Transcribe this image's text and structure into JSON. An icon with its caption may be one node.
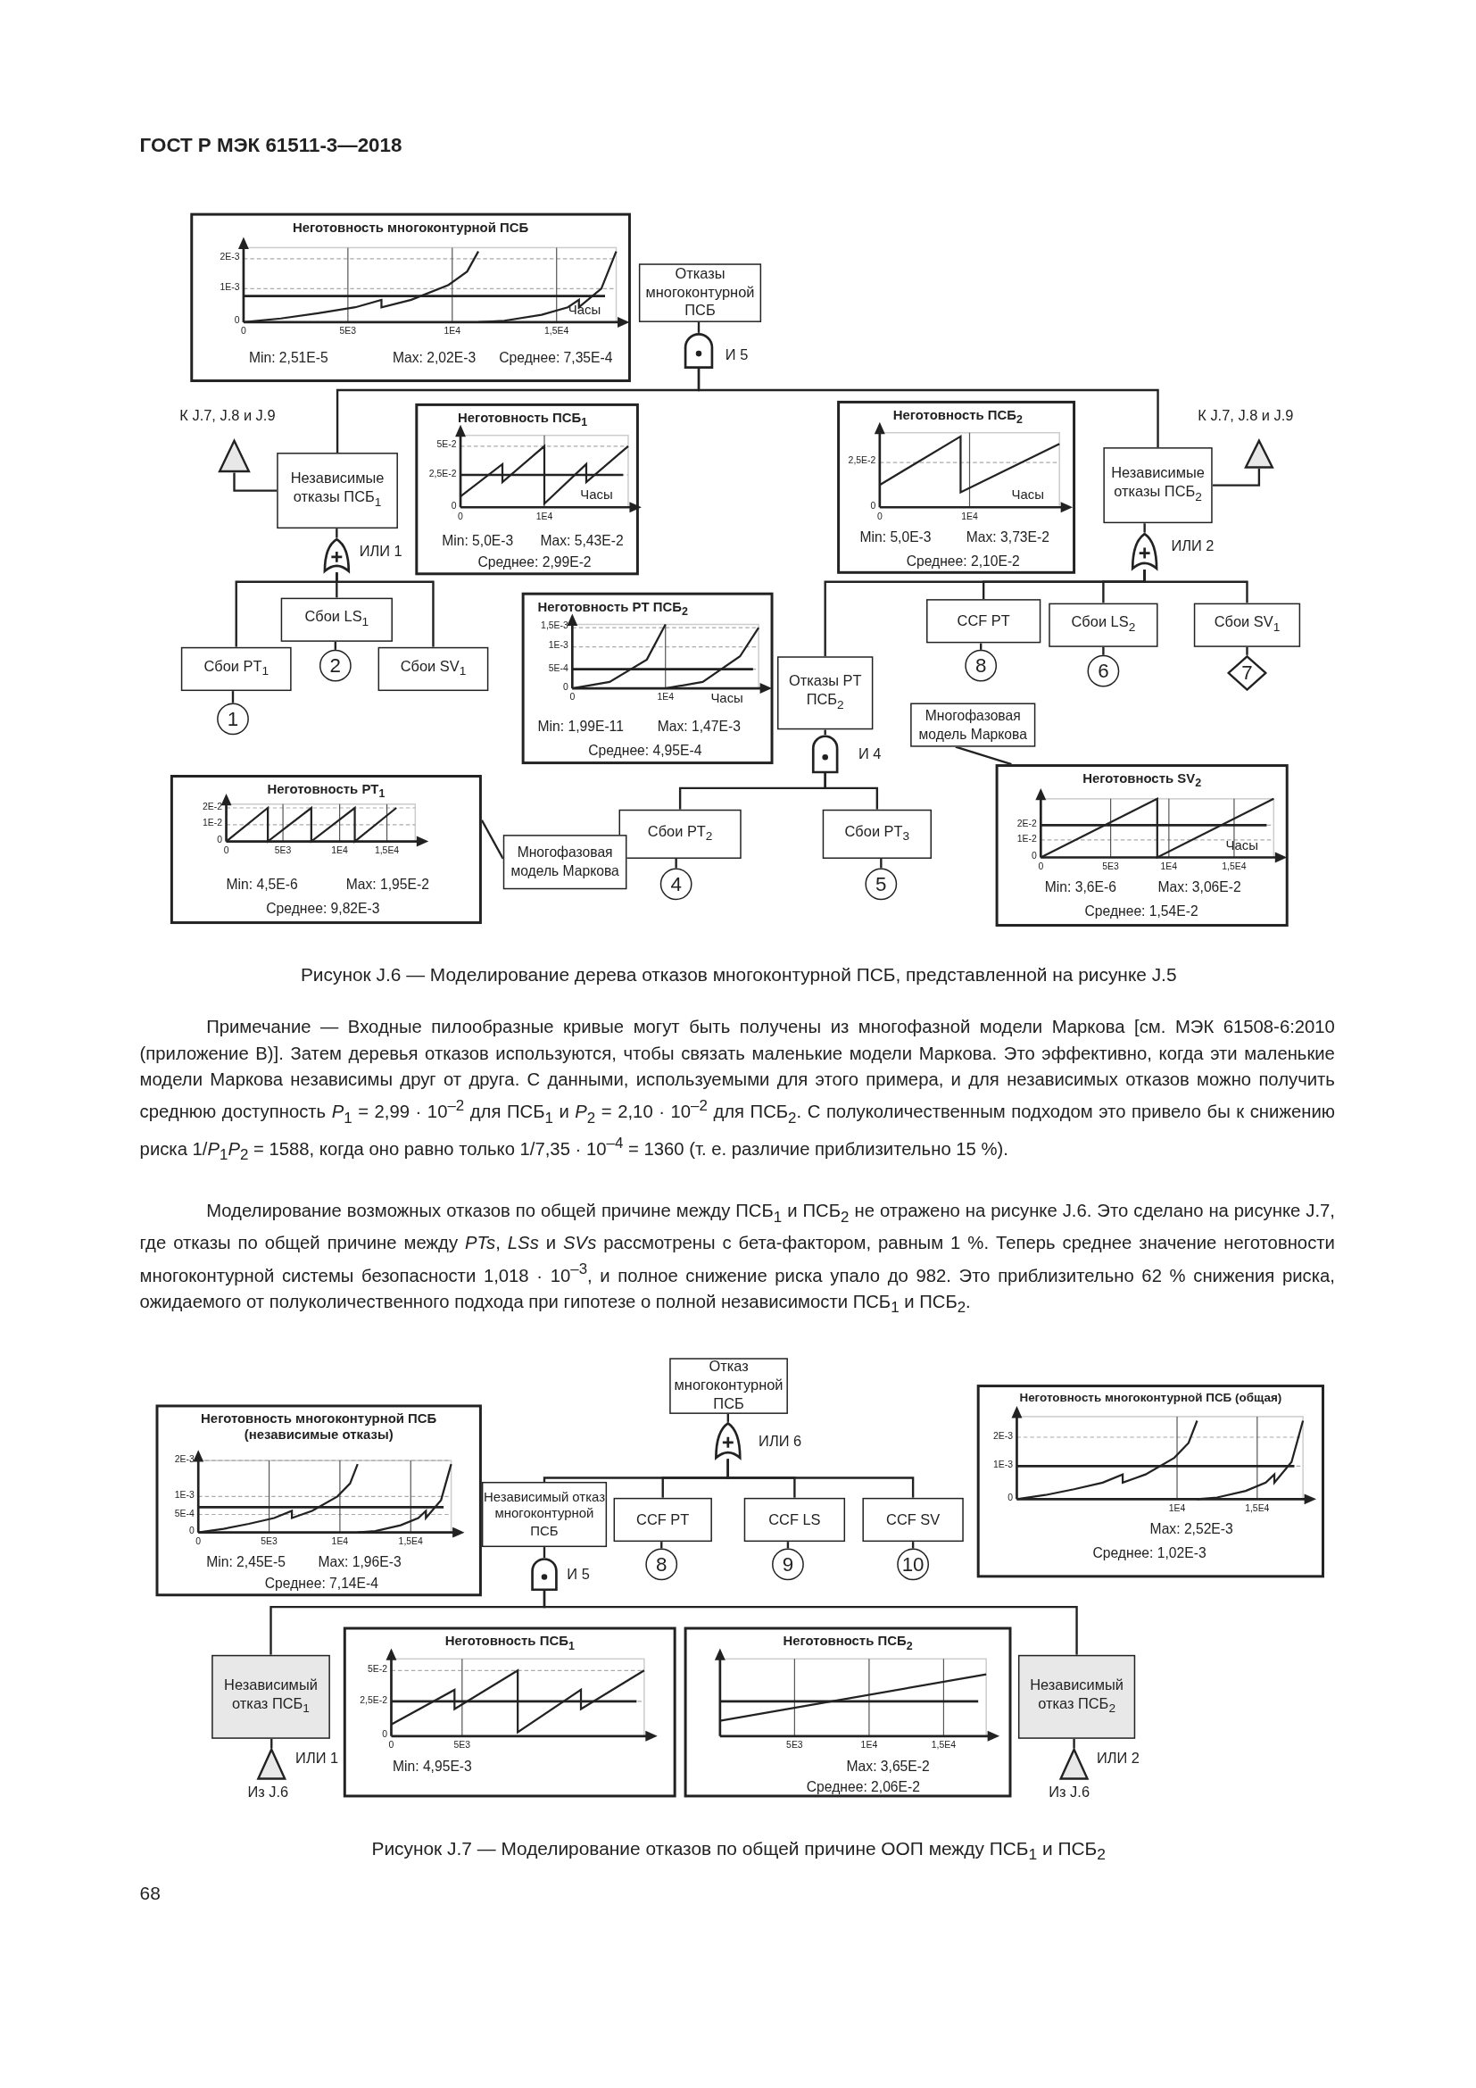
{
  "diagram": {
    "nodes": [
      {
        "text": [
          "Неготовность многоконтурной ПСБ",
          "Min: 2,51E-5",
          "Max: 2,02E-3",
          "Среднее: 7,35E-4"
        ]
      },
      {
        "text": [
          "Отказы многоконтурной ПСБ"
        ]
      },
      {
        "text": [],
        "shape": "gate",
        "beside": [
          "И 5"
        ]
      },
      {
        "text": [
          "Независимые отказы ПСБ$_{1}$"
        ]
      },
      {
        "text": [],
        "shape": "triangle",
        "beside": [
          "К J.7, J.8 и J.9"
        ]
      },
      {
        "text": [
          "Неготовность ПСБ$_{1}$",
          "Min: 5,0E-3",
          "Max: 5,43E-2",
          "Среднее: 2,99E-2"
        ]
      },
      {
        "text": [],
        "shape": "gate",
        "beside": [
          "ИЛИ 1"
        ]
      },
      {
        "text": [
          "Сбои PT$_{1}$"
        ]
      },
      {
        "text": [
          "Сбои LS$_{1}$"
        ]
      },
      {
        "text": [
          "Сбои SV$_{1}$"
        ]
      },
      {
        "text": [
          "1"
        ]
      },
      {
        "text": [
          "2"
        ]
      },
      {
        "text": [
          "Неготовность PT ПСБ$_{2}$",
          "Min: 1,99E-11",
          "Max: 1,47E-3",
          "Среднее: 4,95E-4"
        ]
      },
      {
        "text": [
          "Отказы PT ПСБ$_{2}$"
        ]
      },
      {
        "text": [],
        "shape": "gate",
        "beside": [
          "И 4"
        ]
      },
      {
        "text": [
          "Сбои PT$_{2}$"
        ]
      },
      {
        "text": [
          "Сбои PT$_{3}$"
        ]
      },
      {
        "text": [
          "4"
        ]
      },
      {
        "text": [
          "5"
        ]
      },
      {
        "text": [
          "Неготовность PT$_{1}$",
          "Min: 4,5E-6",
          "Max: 1,95E-2",
          "Среднее: 9,82E-3"
        ]
      },
      {
        "text": [
          "Многофазовая модель Маркова"
        ]
      },
      {
        "text": [
          "Неготовность ПСБ$_{2}$",
          "Min: 5,0E-3",
          "Max: 3,73E-2",
          "Среднее: 2,10E-2"
        ]
      },
      {
        "text": [
          "Независимые отказы ПСБ$_{2}$"
        ]
      },
      {
        "text": [],
        "shape": "triangle",
        "beside": [
          "К J.7, J.8 и J.9"
        ]
      },
      {
        "text": [],
        "shape": "gate",
        "beside": [
          "ИЛИ 2"
        ]
      },
      {
        "text": [
          "CCF PT"
        ]
      },
      {
        "text": [
          "Сбои LS$_{2}$"
        ]
      },
      {
        "text": [
          "Сбои SV$_{1}$"
        ]
      },
      {
        "text": [
          "8"
        ]
      },
      {
        "text": [
          "6"
        ]
      },
      {
        "text": [
          "7"
        ]
      },
      {
        "text": [
          "Многофазовая модель Маркова"
        ]
      },
      {
        "text": [
          "Неготовность SV$_{2}$",
          "Min: 3,6E-6",
          "Max: 3,06E-2",
          "Среднее: 1,54E-2"
        ]
      },
      {
        "text": [
          "Отказ многоконтурной ПСБ"
        ]
      },
      {
        "text": [],
        "shape": "gate",
        "beside": [
          "ИЛИ 6"
        ]
      },
      {
        "text": [
          "Независимый отказ многоконтурной ПСБ"
        ]
      },
      {
        "text": [
          "CCF PT"
        ]
      },
      {
        "text": [
          "CCF LS"
        ]
      },
      {
        "text": [
          "CCF SV"
        ]
      },
      {
        "text": [
          "8"
        ]
      },
      {
        "text": [
          "9"
        ]
      },
      {
        "text": [
          "10"
        ]
      },
      {
        "text": [],
        "shape": "gate",
        "beside": [
          "И 5"
        ]
      },
      {
        "text": [
          "Независимый отказ ПСБ$_{1}$"
        ]
      },
      {
        "text": [
          "Независимый отказ ПСБ$_{2}$"
        ]
      },
      {
        "text": [],
        "shape": "triangle",
        "beside": [
          "ИЛИ 1",
          "Из J.6"
        ]
      },
      {
        "text": [],
        "shape": "triangle",
        "beside": [
          "ИЛИ 2",
          "Из J.6"
        ]
      },
      {
        "text": [
          "Неготовность многоконтурной ПСБ (независимые отказы)",
          "Min: 2,45E-5",
          "Max: 1,96E-3",
          "Среднее: 7,14E-4"
        ]
      },
      {
        "text": [
          "Неготовность многоконтурной ПСБ (общая)",
          "Max: 2,52E-3",
          "Среднее: 1,02E-3"
        ]
      },
      {
        "text": [
          "Неготовность ПСБ$_{1}$",
          "Min: 4,95E-3"
        ]
      },
      {
        "text": [
          "Неготовность ПСБ$_{2}$",
          "Max: 3,65E-2",
          "Среднее: 2,06E-2"
        ]
      }
    ],
    "edges": [
      {
        "from": 1,
        "to": 2,
        "arrow": "none"
      },
      {
        "from": 2,
        "to": 3,
        "arrow": "none"
      },
      {
        "from": 2,
        "to": 22,
        "arrow": "none"
      },
      {
        "from": 3,
        "to": 4,
        "arrow": "none"
      },
      {
        "from": 3,
        "to": 6,
        "arrow": "none"
      },
      {
        "from": 6,
        "to": 7,
        "arrow": "none"
      },
      {
        "from": 6,
        "to": 8,
        "arrow": "none"
      },
      {
        "from": 6,
        "to": 9,
        "arrow": "none"
      },
      {
        "from": 7,
        "to": 10,
        "arrow": "none"
      },
      {
        "from": 8,
        "to": 11,
        "arrow": "none"
      },
      {
        "from": 24,
        "to": 13,
        "arrow": "none"
      },
      {
        "from": 13,
        "to": 14,
        "arrow": "none"
      },
      {
        "from": 14,
        "to": 15,
        "arrow": "none"
      },
      {
        "from": 14,
        "to": 16,
        "arrow": "none"
      },
      {
        "from": 15,
        "to": 17,
        "arrow": "none"
      },
      {
        "from": 16,
        "to": 18,
        "arrow": "none"
      },
      {
        "from": 20,
        "to": 19,
        "arrow": "none"
      },
      {
        "from": 22,
        "to": 23,
        "arrow": "none"
      },
      {
        "from": 22,
        "to": 24,
        "arrow": "none"
      },
      {
        "from": 24,
        "to": 25,
        "arrow": "none"
      },
      {
        "from": 24,
        "to": 26,
        "arrow": "none"
      },
      {
        "from": 24,
        "to": 27,
        "arrow": "none"
      },
      {
        "from": 25,
        "to": 28,
        "arrow": "none"
      },
      {
        "from": 26,
        "to": 29,
        "arrow": "none"
      },
      {
        "from": 27,
        "to": 30,
        "arrow": "none"
      },
      {
        "from": 31,
        "to": 32,
        "arrow": "none"
      },
      {
        "from": 33,
        "to": 34,
        "arrow": "none"
      },
      {
        "from": 34,
        "to": 35,
        "arrow": "none"
      },
      {
        "from": 34,
        "to": 36,
        "arrow": "none"
      },
      {
        "from": 34,
        "to": 37,
        "arrow": "none"
      },
      {
        "from": 34,
        "to": 38,
        "arrow": "none"
      },
      {
        "from": 36,
        "to": 39,
        "arrow": "none"
      },
      {
        "from": 37,
        "to": 40,
        "arrow": "none"
      },
      {
        "from": 38,
        "to": 41,
        "arrow": "none"
      },
      {
        "from": 35,
        "to": 42,
        "arrow": "none"
      },
      {
        "from": 42,
        "to": 43,
        "arrow": "none"
      },
      {
        "from": 42,
        "to": 44,
        "arrow": "none"
      },
      {
        "from": 43,
        "to": 45,
        "arrow": "none"
      },
      {
        "from": 44,
        "to": 46,
        "arrow": "none"
      }
    ],
    "labels": [
      "ГОСТ Р МЭК 61511-3—2018",
      "Рисунок J.6 — Моделирование дерева отказов многоконтурной ПСБ, представленной на рисунке J.5",
      "Примечание — Входные пилообразные кривые могут быть получены из многофазной модели Маркова [см. МЭК 61508-6:2010 (приложение В)]. Затем деревья отказов используются, чтобы связать маленькие модели Маркова. Это эффективно, когда эти маленькие модели Маркова независимы друг от друга. С данными, используемыми для этого примера, и для независимых отказов можно получить среднюю доступность *P*$_{1}$ = 2,99 · 10$^{–2}$ для ПСБ$_{1}$ и *P*$_{2}$ = 2,10 · 10$^{–2}$ для ПСБ$_{2}$. С полуколичественным подходом это привело бы к снижению риска 1/*P*$_{1}$*P*$_{2}$ = 1588, когда оно равно только 1/7,35 · 10$^{–4}$ = 1360 (т. е. различие приблизительно 15 %).",
      "Моделирование возможных отказов по общей причине между ПСБ$_{1}$ и ПСБ$_{2}$ не отражено на рисунке J.6. Это сделано на рисунке J.7, где отказы по общей причине между *PTs*, *LSs* и *SVs* рассмотрены с бета-фактором, равным 1 %. Теперь среднее значение неготовности многоконтурной системы безопасности 1,018 · 10$^{–3}$, и полное снижение риска упало до 982. Это приблизительно 62 % снижения риска, ожидаемого от полуколичественного подхода при гипотезе о полной независимости ПСБ$_{1}$ и ПСБ$_{2}$.",
      "Рисунок J.7 — Моделирование отказов по общей причине ООП между ПСБ$_{1}$ и ПСБ$_{2}$",
      "68",
      "2E-3",
      "1E-3",
      "0",
      "0",
      "5E3",
      "1E4",
      "1,5E4",
      "Часы",
      "5E-2",
      "2,5E-2",
      "0",
      "0",
      "1E4",
      "Часы",
      "1,5E-3",
      "1E-3",
      "5E-4",
      "0",
      "0",
      "1E4",
      "Часы",
      "2E-2",
      "1E-2",
      "0",
      "0",
      "5E3",
      "1E4",
      "1,5E4",
      "2,5E-2",
      "0",
      "0",
      "1E4",
      "Часы",
      "2E-2",
      "1E-2",
      "0",
      "0",
      "5E3",
      "1E4",
      "1,5E4",
      "Часы",
      "2E-3",
      "1E-3",
      "5E-4",
      "0",
      "0",
      "5E3",
      "1E4",
      "1,5E4",
      "2E-3",
      "1E-3",
      "0",
      "1E4",
      "1,5E4",
      "5E-2",
      "2,5E-2",
      "0",
      "0",
      "5E3",
      "5E3",
      "1E4",
      "1,5E4"
    ]
  }
}
